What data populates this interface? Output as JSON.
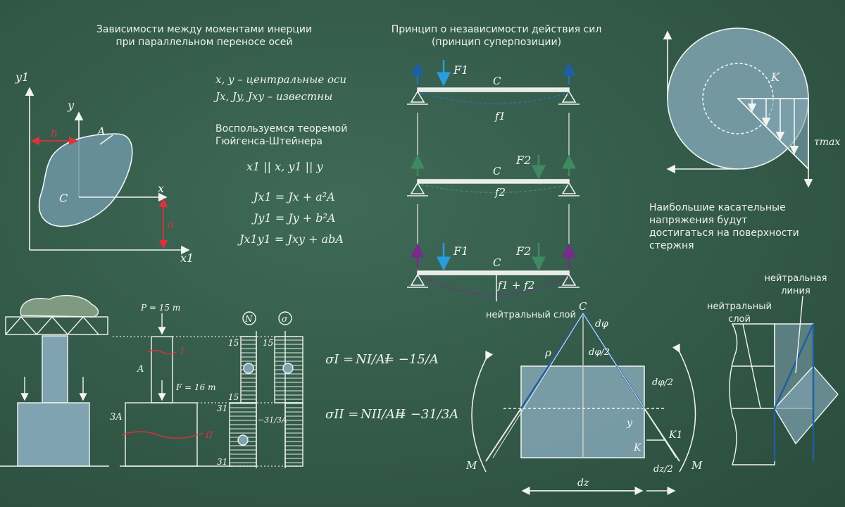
{
  "panels": {
    "inertia": {
      "title_line1": "Зависимости между моментами инерции",
      "title_line2": "при параллельном переносе осей",
      "axes_note": "x, y – центральные оси",
      "known_note": "Jx, Jy, Jxy – известны",
      "theorem_line1": "Воспользуемся теоремой",
      "theorem_line2": "Гюйгенса-Штейнера",
      "parallel": "x1 || x,  y1 || y",
      "eq1": "Jx1 = Jx + a²A",
      "eq2": "Jy1 = Jy + b²A",
      "eq3": "Jx1y1 = Jxy + abA",
      "labels": {
        "y1": "y1",
        "y": "y",
        "x": "x",
        "x1": "x1",
        "A": "A",
        "C": "C",
        "a": "a",
        "b": "b"
      }
    },
    "superposition": {
      "title_line1": "Принцип о независимости действия сил",
      "title_line2": "(принцип суперпозиции)",
      "labels": {
        "F1": "F1",
        "F2": "F2",
        "C": "C",
        "f1": "f1",
        "f2": "f2",
        "f1f2": "f1 + f2"
      }
    },
    "torsion": {
      "caption_line1": "Наибольшие касательные",
      "caption_line2": "напряжения будут",
      "caption_line3": "достигаться на поверхности",
      "caption_line4": "стержня",
      "labels": {
        "K": "K",
        "tau": "τmax"
      }
    },
    "compression": {
      "P": "P = 15 т",
      "F": "F = 16 т",
      "A": "A",
      "A3": "3A",
      "I": "I",
      "II": "II",
      "N": "N",
      "sigma": "σ",
      "v15a": "15",
      "v15b": "15",
      "v15c": "15",
      "v31a": "31",
      "v31b": "31",
      "v31frac": "−31/3A",
      "eqI_lhs": "σI =",
      "eqI_mid": "NI/AI",
      "eqI_rhs": "= −15/A",
      "eqII_lhs": "σII =",
      "eqII_mid": "NII/AII",
      "eqII_rhs": "= −31/3A"
    },
    "bending": {
      "neutral_layer": "нейтральный слой",
      "labels": {
        "C": "C",
        "dphi": "dφ",
        "dphi2": "dφ/2",
        "rho": "ρ",
        "y": "y",
        "K": "K",
        "K1": "K1",
        "M1": "M",
        "M2": "M",
        "dz": "dz",
        "dz2": "dz/2"
      }
    },
    "neutral": {
      "neutral_line_1": "нейтральная",
      "neutral_line_2": "линия",
      "neutral_layer_1": "нейтральный",
      "neutral_layer_2": "слой"
    }
  }
}
